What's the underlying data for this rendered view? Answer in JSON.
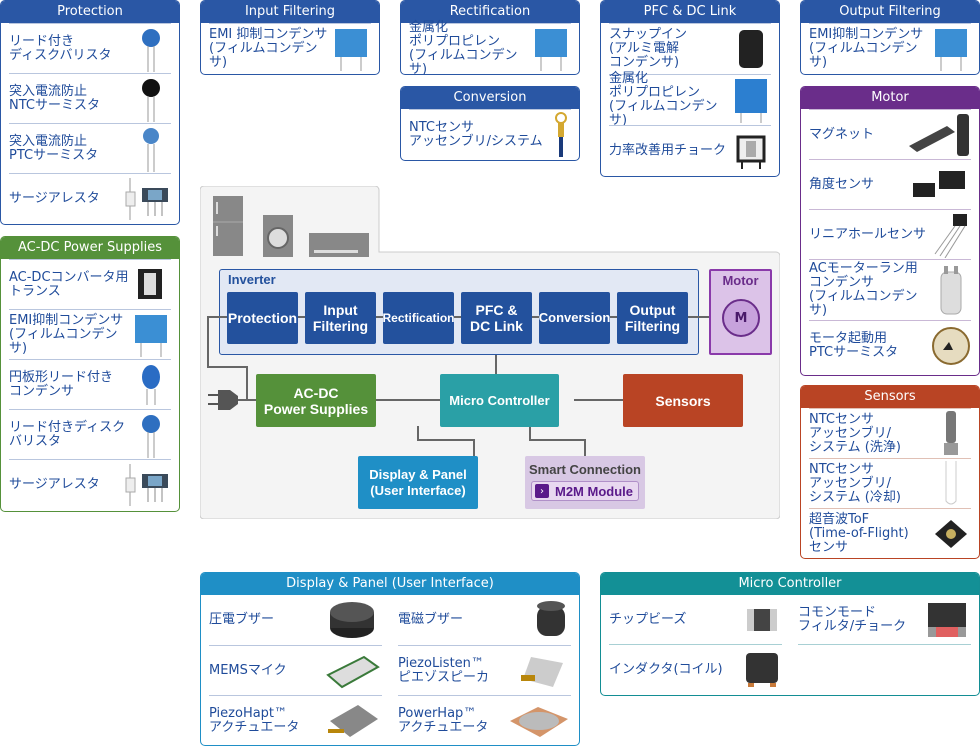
{
  "panels": {
    "protection": {
      "title": "Protection",
      "items": [
        {
          "label": "リード付き\nディスクバリスタ",
          "icon": "disc-varistor-icon"
        },
        {
          "label": "突入電流防止\nNTCサーミスタ",
          "icon": "ntc-thermistor-icon"
        },
        {
          "label": "突入電流防止\nPTCサーミスタ",
          "icon": "ptc-thermistor-icon"
        },
        {
          "label": "サージアレスタ",
          "icon": "surge-arrester-icon"
        }
      ]
    },
    "acdc": {
      "title": "AC-DC Power Supplies",
      "items": [
        {
          "label": "AC-DCコンバータ用\nトランス",
          "icon": "transformer-icon"
        },
        {
          "label": "EMI抑制コンデンサ\n(フィルムコンデンサ)",
          "icon": "film-capacitor-icon"
        },
        {
          "label": "円板形リード付き\nコンデンサ",
          "icon": "disc-capacitor-icon"
        },
        {
          "label": "リード付きディスク\nバリスタ",
          "icon": "disc-varistor-icon"
        },
        {
          "label": "サージアレスタ",
          "icon": "surge-arrester-icon"
        }
      ]
    },
    "input_filtering": {
      "title": "Input Filtering",
      "items": [
        {
          "label": "EMI 抑制コンデンサ\n(フィルムコンデンサ)",
          "icon": "film-capacitor-icon"
        }
      ]
    },
    "rectification": {
      "title": "Rectification",
      "items": [
        {
          "label": "金属化\nポリプロピレン\n(フィルムコンデンサ)",
          "icon": "film-capacitor-icon"
        }
      ]
    },
    "conversion": {
      "title": "Conversion",
      "items": [
        {
          "label": "NTCセンサ\nアッセンブリ/システム",
          "icon": "ntc-sensor-assembly-icon"
        }
      ]
    },
    "pfc": {
      "title": "PFC & DC Link",
      "items": [
        {
          "label": "スナップイン\n(アルミ電解\nコンデンサ)",
          "icon": "electrolytic-capacitor-icon"
        },
        {
          "label": "金属化\nポリプロピレン\n(フィルムコンデンサ)",
          "icon": "film-capacitor-icon"
        },
        {
          "label": "力率改善用チョーク",
          "icon": "choke-icon"
        }
      ]
    },
    "output_filtering": {
      "title": "Output Filtering",
      "items": [
        {
          "label": "EMI抑制コンデンサ\n(フィルムコンデンサ)",
          "icon": "film-capacitor-icon"
        }
      ]
    },
    "motor": {
      "title": "Motor",
      "items": [
        {
          "label": "マグネット",
          "icon": "magnet-icon"
        },
        {
          "label": "角度センサ",
          "icon": "angle-sensor-icon"
        },
        {
          "label": "リニアホールセンサ",
          "icon": "hall-sensor-icon"
        },
        {
          "label": "ACモーターラン用\nコンデンサ\n(フィルムコンデンサ)",
          "icon": "motor-run-capacitor-icon"
        },
        {
          "label": "モータ起動用\nPTCサーミスタ",
          "icon": "ptc-thermistor-icon"
        }
      ]
    },
    "sensors": {
      "title": "Sensors",
      "items": [
        {
          "label": "NTCセンサ\nアッセンブリ/\nシステム (洗浄)",
          "icon": "ntc-probe-icon"
        },
        {
          "label": "NTCセンサ\nアッセンブリ/\nシステム (冷却)",
          "icon": "ntc-wire-icon"
        },
        {
          "label": "超音波ToF\n(Time-of-Flight)\nセンサ",
          "icon": "tof-sensor-icon"
        }
      ]
    },
    "display": {
      "title": "Display & Panel (User Interface)",
      "items": [
        {
          "label": "圧電ブザー",
          "icon": "piezo-buzzer-icon"
        },
        {
          "label": "電磁ブザー",
          "icon": "magnetic-buzzer-icon"
        },
        {
          "label": "MEMSマイク",
          "icon": "mems-mic-icon"
        },
        {
          "label": "PiezoListen™\nピエゾスピーカ",
          "icon": "piezo-speaker-icon"
        },
        {
          "label": "PiezoHapt™\nアクチュエータ",
          "icon": "haptic-actuator-icon"
        },
        {
          "label": "PowerHap™\nアクチュエータ",
          "icon": "powerhap-actuator-icon"
        }
      ]
    },
    "micro": {
      "title": "Micro Controller",
      "items": [
        {
          "label": "チップビーズ",
          "icon": "chip-bead-icon"
        },
        {
          "label": "コモンモード\nフィルタ/チョーク",
          "icon": "common-mode-filter-icon"
        },
        {
          "label": "インダクタ(コイル)",
          "icon": "inductor-icon"
        }
      ]
    }
  },
  "diagram": {
    "inverter_label": "Inverter",
    "blocks": [
      "Protection",
      "Input\nFiltering",
      "Rectification",
      "PFC &\nDC Link",
      "Conversion",
      "Output\nFiltering"
    ],
    "motor_label": "Motor",
    "motor_symbol": "M",
    "acdc": "AC-DC\nPower Supplies",
    "micro": "Micro Controller",
    "sensors": "Sensors",
    "display": "Display & Panel\n(User Interface)",
    "smart": "Smart Connection",
    "m2m": "M2M Module",
    "appliances": [
      "refrigerator-icon",
      "washing-machine-icon",
      "air-conditioner-icon"
    ]
  },
  "colors": {
    "blue": "#2a57a5",
    "green": "#55913a",
    "purple": "#6a2d8a",
    "orange": "#b94424",
    "cyan": "#1f8fc6",
    "teal": "#139096"
  }
}
